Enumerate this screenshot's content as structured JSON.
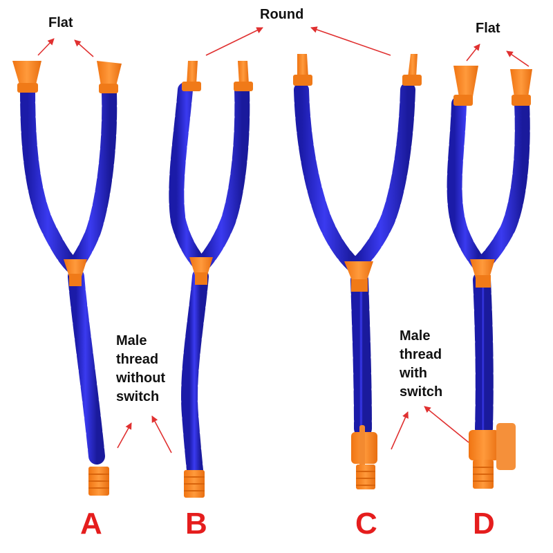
{
  "labels": {
    "flat_left": "Flat",
    "round": "Round",
    "flat_right": "Flat",
    "male_no_switch": [
      "Male",
      "thread",
      "without",
      "switch"
    ],
    "male_switch": [
      "Male",
      "thread",
      "with",
      "switch"
    ]
  },
  "variants": [
    "A",
    "B",
    "C",
    "D"
  ],
  "colors": {
    "hose": "#2b2bd6",
    "fitting": "#ff8a2a",
    "arrow": "#e03030",
    "letter": "#e51d1d",
    "caption": "#111111"
  }
}
